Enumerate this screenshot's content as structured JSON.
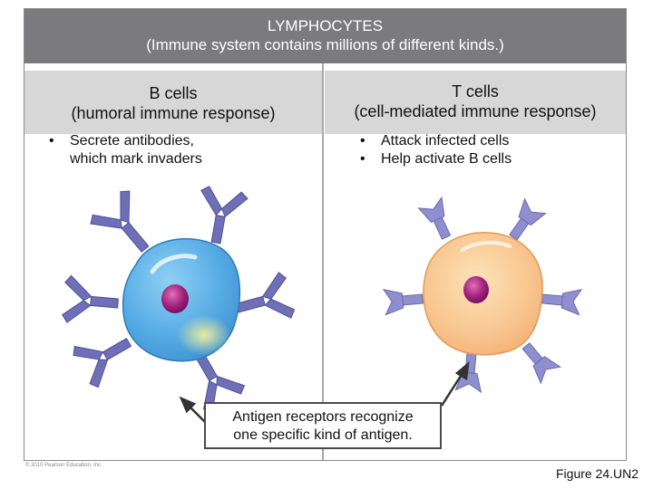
{
  "title": {
    "line1": "LYMPHOCYTES",
    "line2": "(Immune system contains millions of different kinds.)"
  },
  "b_cells": {
    "heading_line1": "B cells",
    "heading_line2": "(humoral immune response)",
    "bullets": [
      "Secrete antibodies,",
      "which mark invaders"
    ]
  },
  "t_cells": {
    "heading_line1": "T cells",
    "heading_line2": "(cell-mediated immune response)",
    "bullets": [
      "Attack infected cells",
      "Help activate B cells"
    ]
  },
  "callout": {
    "line1": "Antigen receptors recognize",
    "line2": "one specific kind of antigen."
  },
  "copyright": "© 2010 Pearson Education, Inc.",
  "figure_label": "Figure 24.UN2",
  "colors": {
    "title_bg": "#7b7b7d",
    "header_bg": "#d7d7d7",
    "receptor": "#6f6fb8",
    "b_cell": "#5aaee6",
    "t_cell": "#f5b77a",
    "nucleus": "#a0207a"
  }
}
